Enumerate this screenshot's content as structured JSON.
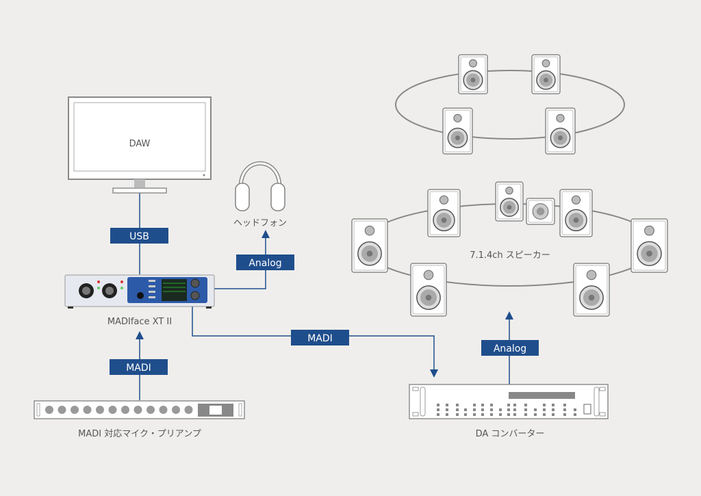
{
  "devices": {
    "monitor": "DAW",
    "interface": "MADIface XT II",
    "headphones": "ヘッドフォン",
    "preamp": "MADI 対応マイク・プリアンプ",
    "converter": "DA コンバーター",
    "speakers": "7.1.4ch スピーカー"
  },
  "connections": {
    "usb": "USB",
    "analog_headphones": "Analog",
    "madi_preamp": "MADI",
    "madi_converter": "MADI",
    "analog_speakers": "Analog"
  },
  "colors": {
    "connection": "#1f4e8c",
    "background": "#efeeec",
    "interface_panel": "#2d5aa8"
  }
}
